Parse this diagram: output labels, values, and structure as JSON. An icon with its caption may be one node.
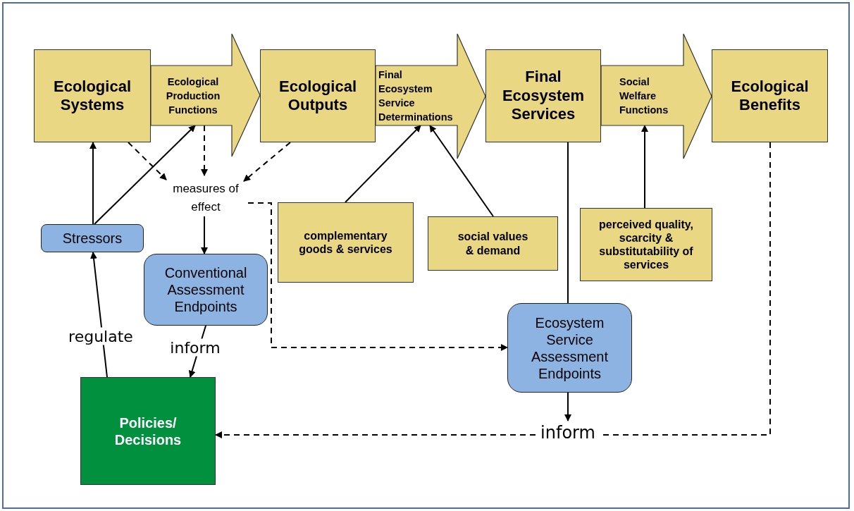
{
  "diagram": {
    "nodes": [
      {
        "text": [
          "Ecological Systems"
        ]
      },
      {
        "text": [
          "Ecological Production Functions"
        ]
      },
      {
        "text": [
          "Ecological Outputs"
        ]
      },
      {
        "text": [
          "Final Ecosystem Service Determinations"
        ]
      },
      {
        "text": [
          "Final Ecosystem Services"
        ]
      },
      {
        "text": [
          "Social Welfare Functions"
        ]
      },
      {
        "text": [
          "Ecological Benefits"
        ]
      },
      {
        "text": [
          "measures of effect"
        ]
      },
      {
        "text": [
          "Stressors"
        ]
      },
      {
        "text": [
          "Conventional Assessment Endpoints"
        ]
      },
      {
        "text": [
          "complementary goods & services"
        ]
      },
      {
        "text": [
          "social values & demand"
        ]
      },
      {
        "text": [
          "perceived quality, scarcity & substitutability of services"
        ]
      },
      {
        "text": [
          "Ecosystem Service Assessment Endpoints"
        ]
      },
      {
        "text": [
          "Policies/ Decisions"
        ]
      },
      {
        "text": [
          "inform"
        ]
      }
    ],
    "edges": [
      {
        "from": 0,
        "to": 2,
        "arrow": "to"
      },
      {
        "from": 2,
        "to": 4,
        "arrow": "to"
      },
      {
        "from": 4,
        "to": 6,
        "arrow": "to"
      },
      {
        "from": 8,
        "to": 0,
        "arrow": "to"
      },
      {
        "from": 8,
        "to": 1,
        "arrow": "to"
      },
      {
        "from": 0,
        "to": 7,
        "arrow": "to",
        "style": "dashed"
      },
      {
        "from": 1,
        "to": 7,
        "arrow": "to",
        "style": "dashed"
      },
      {
        "from": 2,
        "to": 7,
        "arrow": "to",
        "style": "dashed"
      },
      {
        "from": 7,
        "to": 9,
        "arrow": "to"
      },
      {
        "from": 7,
        "to": 13,
        "arrow": "to",
        "style": "dashed"
      },
      {
        "from": 10,
        "to": 3,
        "arrow": "to"
      },
      {
        "from": 11,
        "to": 3,
        "arrow": "to"
      },
      {
        "from": 4,
        "to": 13,
        "arrow": "none"
      },
      {
        "from": 12,
        "to": 5,
        "arrow": "to"
      },
      {
        "from": 13,
        "to": 15,
        "arrow": "to"
      },
      {
        "from": 6,
        "to": 15,
        "arrow": "none",
        "style": "dashed"
      },
      {
        "from": 15,
        "to": 14,
        "arrow": "to",
        "style": "dashed"
      },
      {
        "from": 14,
        "to": 8,
        "arrow": "to",
        "label": "regulate"
      },
      {
        "from": 9,
        "to": 14,
        "arrow": "to",
        "label": "inform"
      }
    ]
  }
}
